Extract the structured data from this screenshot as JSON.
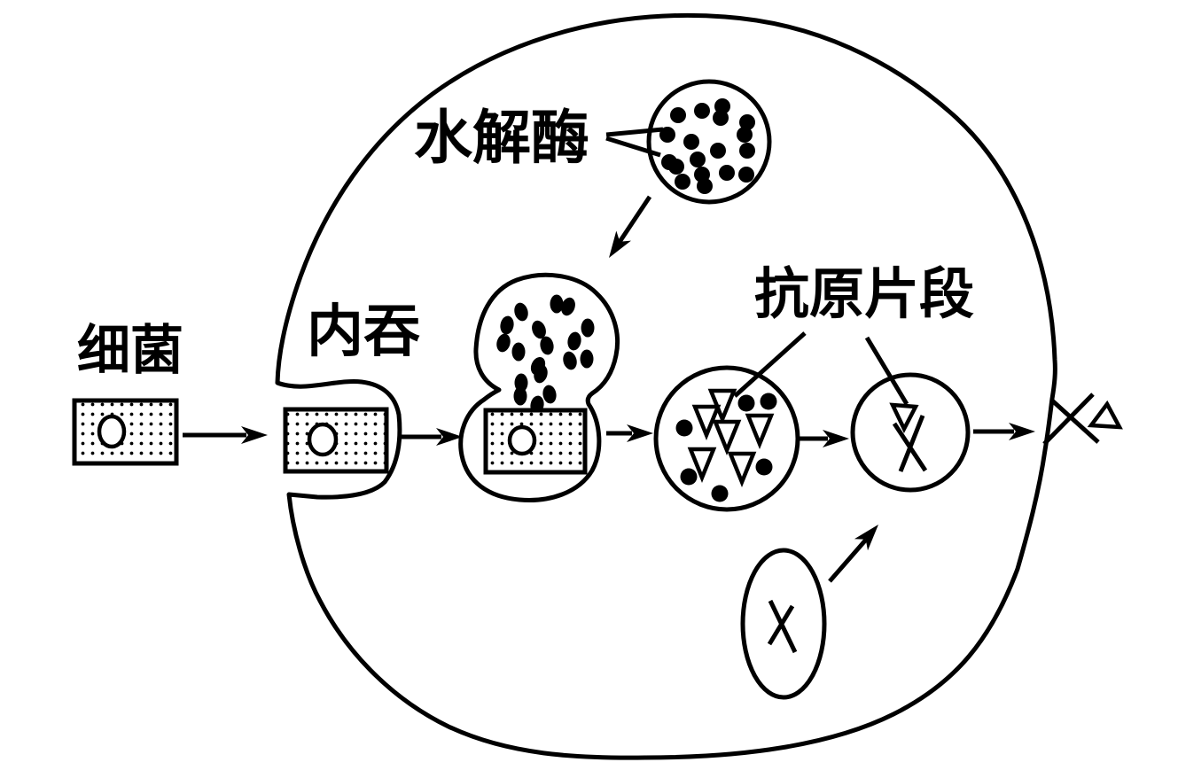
{
  "diagram": {
    "description": "cell engulfing a bacterium, digesting it with hydrolytic enzymes and presenting antigen fragments on the membrane",
    "colors": {
      "ink": "#000000",
      "background": "#ffffff"
    },
    "labels": {
      "bacterium": "细菌",
      "endocytosis": "内吞",
      "hydrolase": "水解酶",
      "antigen_fragment": "抗原片段"
    }
  }
}
